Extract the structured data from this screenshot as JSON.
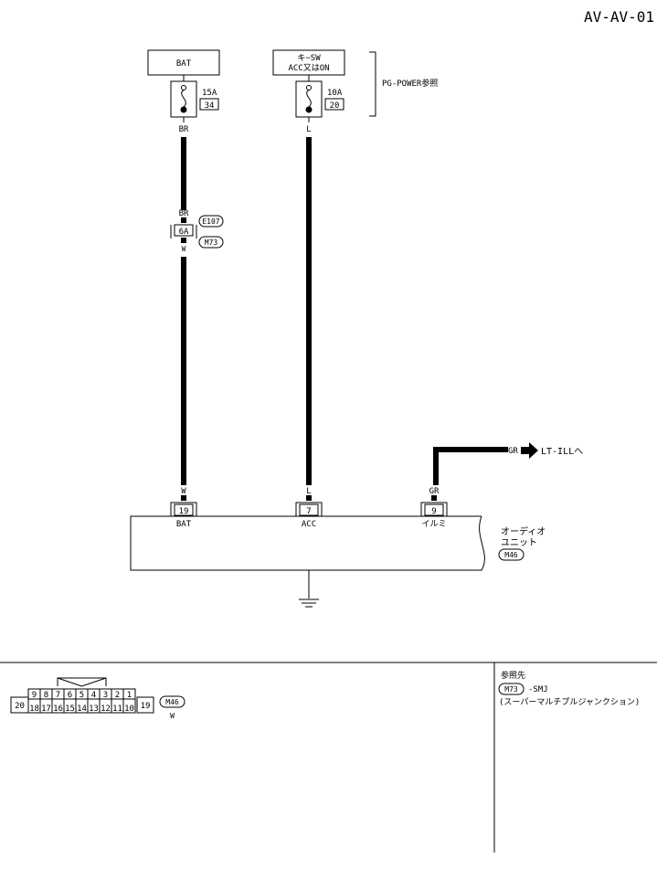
{
  "page_id": "AV-AV-01",
  "bat_box": "BAT",
  "key_box": {
    "line1": "キ−SW",
    "line2": "ACC又はON"
  },
  "fuse_bat": {
    "amp": "15A",
    "num": "34"
  },
  "fuse_acc": {
    "amp": "10A",
    "num": "20"
  },
  "reference_power": "PG-POWER参照",
  "wire_colors": {
    "br": "BR",
    "l": "L",
    "w": "W",
    "gr": "GR"
  },
  "connector_6a": {
    "pin": "6A",
    "tag1": "E107",
    "tag2": "M73"
  },
  "illum_dest": "LT-ILLへ",
  "unit": {
    "line1": "オーディオ",
    "line2": "ユニット",
    "tag": "M46",
    "pins": [
      {
        "num": "19",
        "label": "BAT"
      },
      {
        "num": "7",
        "label": "ACC"
      },
      {
        "num": "9",
        "label": "イルミ"
      }
    ]
  },
  "connector_face": {
    "top_row": [
      "9",
      "8",
      "7",
      "6",
      "5",
      "4",
      "3",
      "2",
      "1"
    ],
    "bottom_row": [
      "18",
      "17",
      "16",
      "15",
      "14",
      "13",
      "12",
      "11",
      "10"
    ],
    "left_pin": "20",
    "right_pin": "19",
    "tag": "M46",
    "color": "W"
  },
  "references": {
    "title": "参照先",
    "tag": "M73",
    "code": "-SMJ",
    "desc": "(スーパーマルチプルジャンクション)"
  }
}
